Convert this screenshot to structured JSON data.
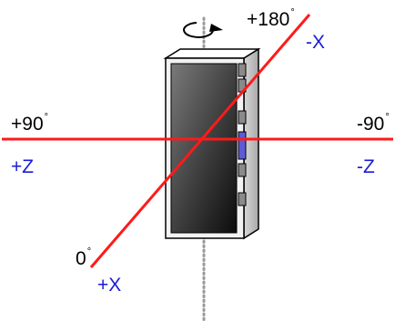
{
  "labels": {
    "angle_top": "+180",
    "angle_left": "+90",
    "angle_right": "-90",
    "angle_bottom": "0",
    "degree_symbol": "°",
    "axis_neg_x": "-X",
    "axis_pos_x": "+X",
    "axis_pos_z": "+Z",
    "axis_neg_z": "-Z"
  },
  "colors": {
    "axis_line": "#ff1a1a",
    "axis_label": "#1a1ad6",
    "angle_label": "#000000",
    "rotation_axis": "#9a9a9a",
    "selected_button": "#5b5bd6"
  },
  "icons": {
    "rotation": "rotation-arrow-icon",
    "device": "handheld-device-icon"
  }
}
